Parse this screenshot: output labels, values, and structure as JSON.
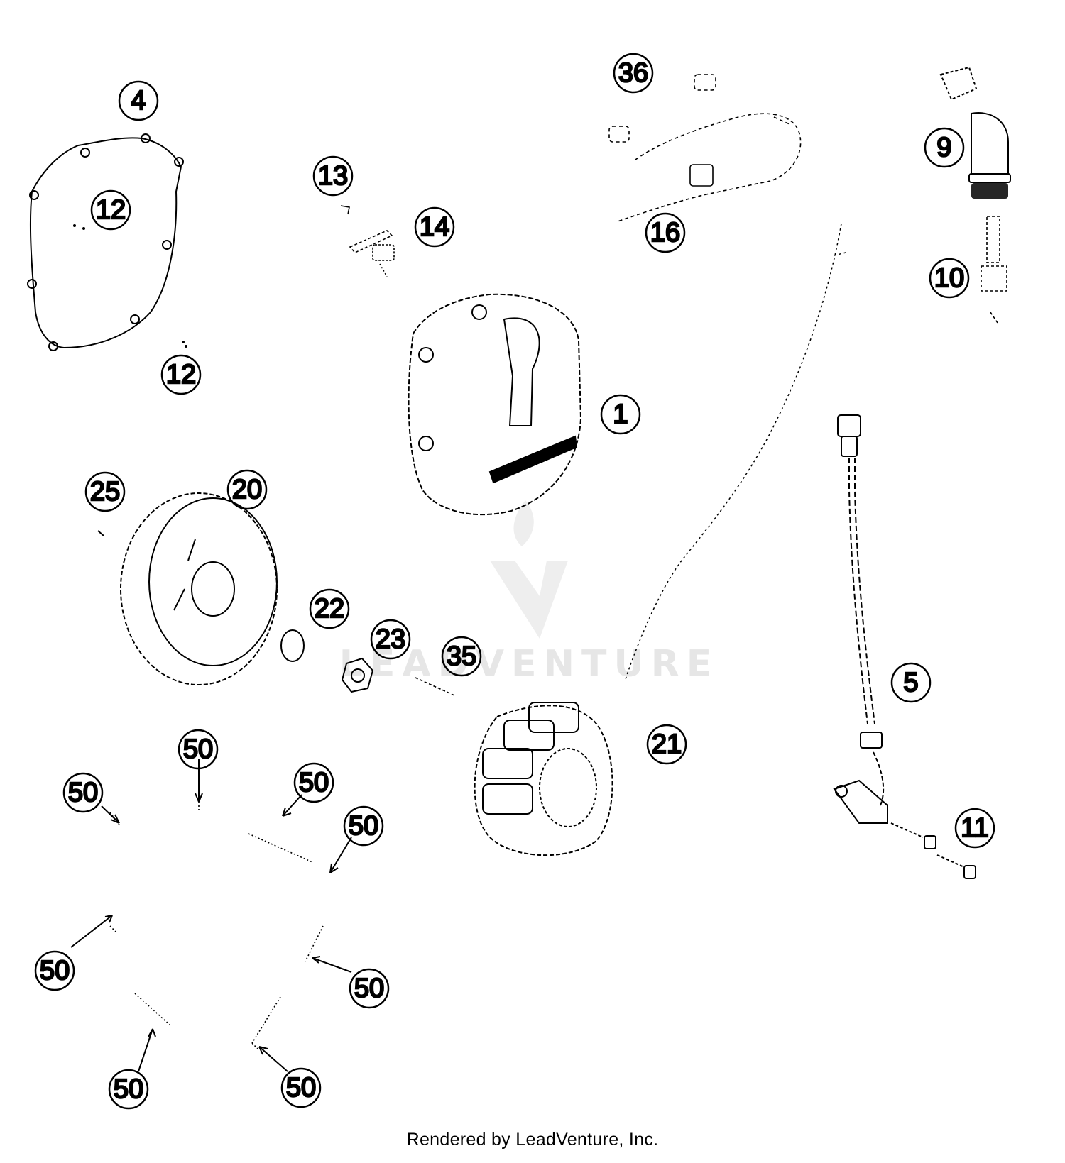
{
  "diagram": {
    "credit": "Rendered by LeadVenture, Inc.",
    "watermark_text": "LEADVENTURE",
    "callouts": [
      "4",
      "12",
      "12",
      "13",
      "14",
      "36",
      "16",
      "9",
      "10",
      "1",
      "25",
      "20",
      "22",
      "23",
      "35",
      "5",
      "21",
      "11",
      "50",
      "50",
      "50",
      "50",
      "50",
      "50",
      "50",
      "50"
    ],
    "line_color": "#000000",
    "watermark_color": "#e6e6e6"
  }
}
